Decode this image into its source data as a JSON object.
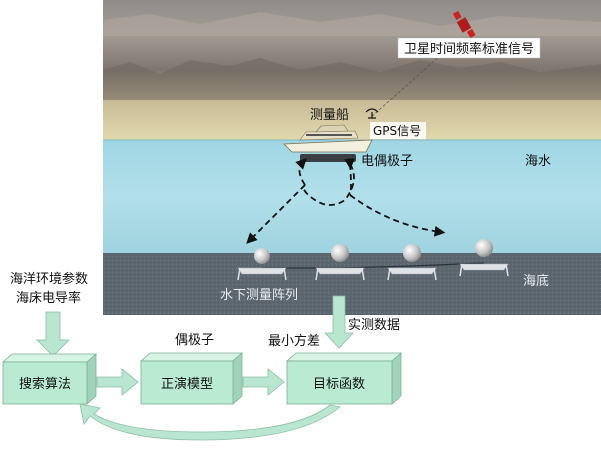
{
  "labels": {
    "satellite_signal": "卫星时间频率标准信号",
    "survey_ship": "测量船",
    "gps_signal": "GPS信号",
    "dipole_source": "电偶极子",
    "seawater": "海水",
    "seabed": "海底",
    "underwater_array": "水下测量阵列",
    "ocean_params_line1": "海洋环境参数",
    "ocean_params_line2": "海床电导率",
    "measured_data": "实测数据",
    "dipole_label": "偶极子",
    "least_squares": "最小方差"
  },
  "boxes": {
    "search": "搜索算法",
    "forward": "正演模型",
    "objective": "目标函数"
  },
  "colors": {
    "sky_top": "#8e8c8a",
    "horizon": "#d9cfa2",
    "sea": "#a9dbe6",
    "seabed": "#5e6973",
    "box_front": "#b9ebd2",
    "arrow": "#b9e6d0"
  }
}
